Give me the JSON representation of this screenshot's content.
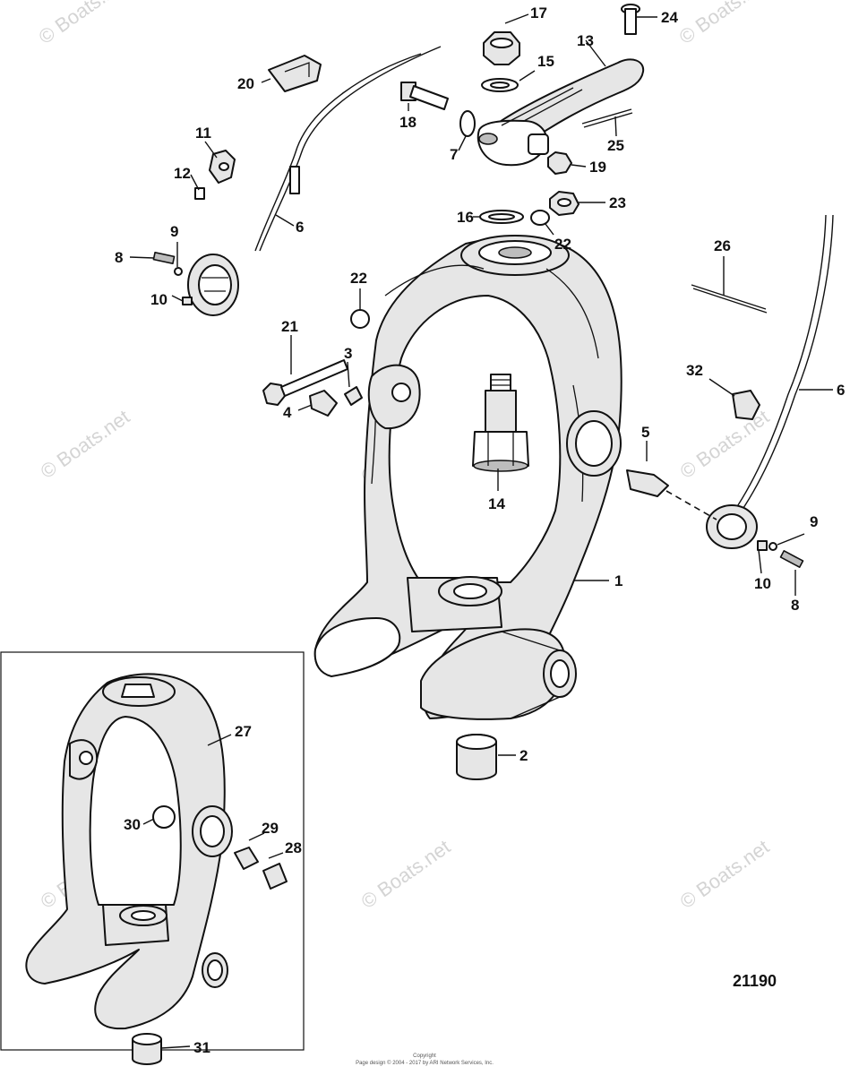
{
  "diagram_code": "21190",
  "watermark": "© Boats.net",
  "footer": {
    "line1": "Copyright",
    "line2": "Page design © 2004 - 2017 by ARI Network Services, Inc."
  },
  "callouts": [
    "1",
    "2",
    "3",
    "4",
    "5",
    "6",
    "6",
    "7",
    "8",
    "8",
    "9",
    "9",
    "10",
    "10",
    "11",
    "12",
    "13",
    "14",
    "15",
    "16",
    "17",
    "18",
    "19",
    "20",
    "21",
    "22",
    "22",
    "23",
    "24",
    "25",
    "26",
    "27",
    "28",
    "29",
    "30",
    "31",
    "32"
  ]
}
